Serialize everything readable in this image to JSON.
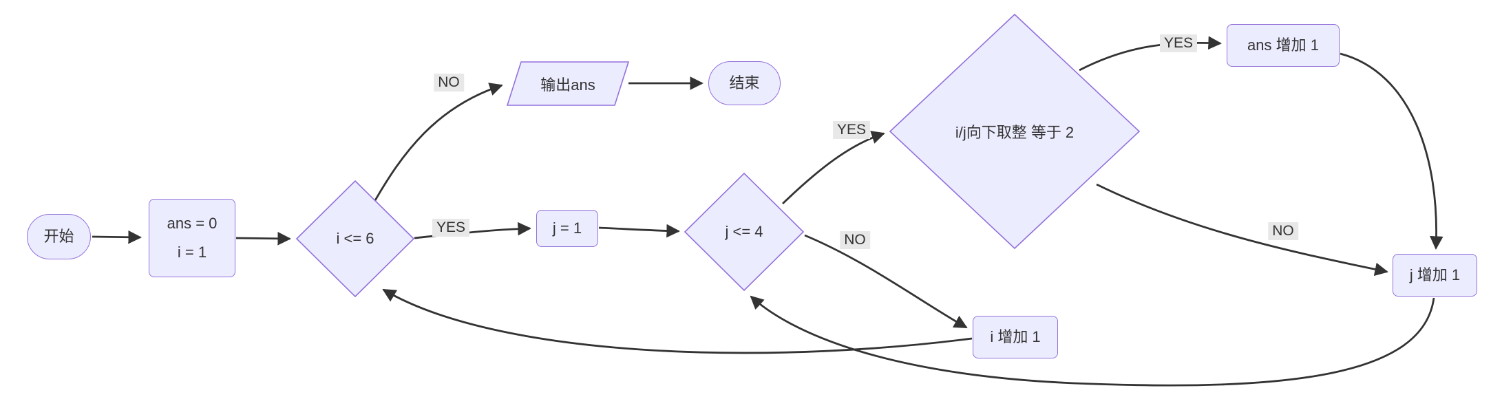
{
  "diagram": {
    "nodes": {
      "start": {
        "label": "开始",
        "shape": "stadium"
      },
      "init": {
        "line1": "ans = 0",
        "line2": "i = 1",
        "shape": "rounded-rect"
      },
      "cond_i": {
        "label": "i <= 6",
        "shape": "diamond"
      },
      "output": {
        "label": "输出ans",
        "shape": "parallelogram"
      },
      "end": {
        "label": "结束",
        "shape": "stadium"
      },
      "set_j": {
        "label": "j = 1",
        "shape": "rounded-rect"
      },
      "cond_j": {
        "label": "j <= 4",
        "shape": "diamond"
      },
      "cond_div": {
        "label": "i/j向下取整 等于 2",
        "shape": "diamond"
      },
      "ans_inc": {
        "label": "ans 增加 1",
        "shape": "rounded-rect"
      },
      "i_inc": {
        "label": "i 增加 1",
        "shape": "rounded-rect"
      },
      "j_inc": {
        "label": "j 增加 1",
        "shape": "rounded-rect"
      }
    },
    "edge_labels": {
      "condi_no": "NO",
      "condi_yes": "YES",
      "condj_yes": "YES",
      "condj_no": "NO",
      "conddiv_yes": "YES",
      "conddiv_no": "NO"
    },
    "colors": {
      "node_fill": "#ECECFF",
      "node_border": "#9370DB",
      "edge": "#333333",
      "edge_label_bg": "#e8e8e8",
      "text": "#333333",
      "background": "#ffffff"
    }
  }
}
